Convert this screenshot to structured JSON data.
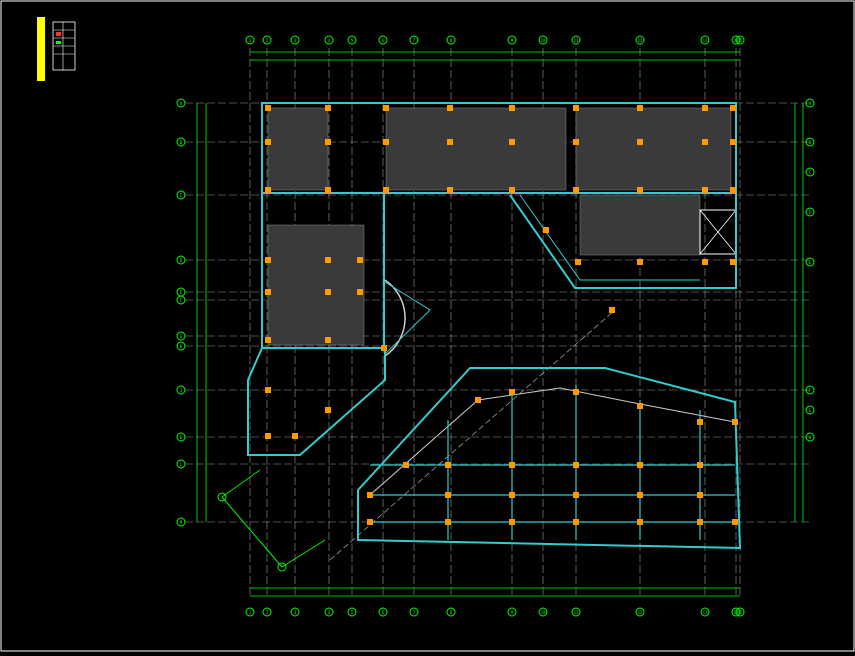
{
  "window": {
    "title": ""
  },
  "drawing": {
    "colors": {
      "background": "#000000",
      "frame": "#ffffff",
      "axis_line": "#00ff00",
      "grid_line": "#9a9a9a",
      "wall": "#33cccc",
      "column": "#ff9900",
      "annotation": "#ff33ff",
      "title_block": "#ffff00"
    },
    "top_axes": [
      "1",
      "2",
      "3",
      "4",
      "5",
      "6",
      "7",
      "8",
      "9",
      "10",
      "11",
      "12",
      "13",
      "14",
      "15"
    ],
    "bottom_axes": [
      "1",
      "2",
      "3",
      "4",
      "5",
      "6",
      "7",
      "8",
      "9",
      "10",
      "11",
      "12",
      "13",
      "14",
      "15"
    ],
    "left_axes": [
      "A",
      "B",
      "C",
      "D",
      "E",
      "F",
      "G",
      "H",
      "J",
      "K",
      "L",
      "M"
    ],
    "right_axes": [
      "A",
      "B",
      "C",
      "D",
      "E",
      "F",
      "G",
      "H"
    ],
    "title_block_label": "",
    "side_caption": "",
    "notes_heading": "",
    "notes_lines": []
  }
}
